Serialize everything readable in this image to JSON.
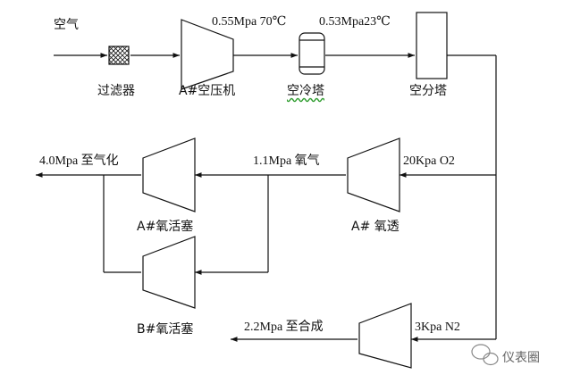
{
  "labels": {
    "air": "空气",
    "filter": "过滤器",
    "compressor": "A#空压机",
    "cond_after_compressor": "0.55Mpa 70℃",
    "cooling_tower": "空冷塔",
    "cond_after_tower": "0.53Mpa23℃",
    "separation_tower": "空分塔",
    "o2_out_lowpressure": "20Kpa O2",
    "oxygen_turbine": "A# 氧透",
    "oxygen_mid": "1.1Mpa 氧气",
    "piston_a": "A#氧活塞",
    "piston_b": "B#氧活塞",
    "to_gasification": "4.0Mpa 至气化",
    "n2_out_lowpressure": "3Kpa N2",
    "to_synthesis": "2.2Mpa 至合成",
    "watermark": "仪表圈"
  }
}
